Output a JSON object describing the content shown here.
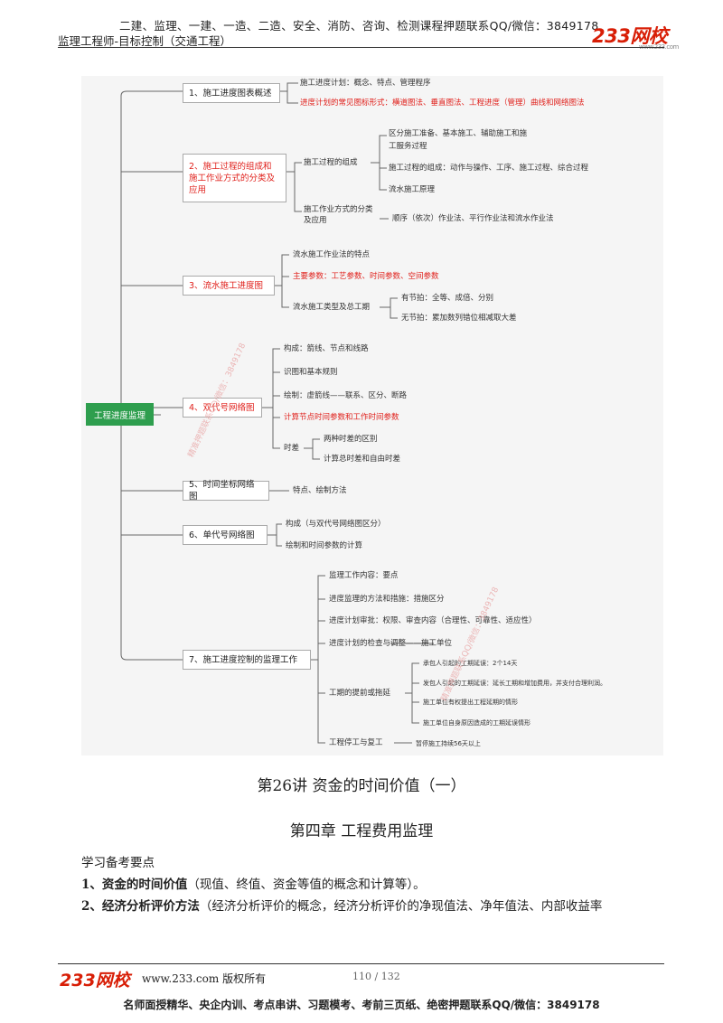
{
  "header": {
    "line1": "二建、监理、一建、一造、二造、安全、消防、咨询、检测课程押题联系QQ/微信：3849178",
    "line2": "监理工程师-目标控制（交通工程）",
    "logo": "233网校",
    "logo_sub": "www.233.com"
  },
  "mindmap": {
    "root": "工程进度监理",
    "b1": {
      "title": "1、施工进度图表概述",
      "items": [
        "施工进度计划：概念、特点、管理程序",
        "进度计划的常见图标形式：横道图法、垂直图法、工程进度（管理）曲线和网络图法"
      ]
    },
    "b2": {
      "title": "2、施工过程的组成和施工作业方式的分类及应用",
      "sub1": "施工过程的组成",
      "sub1_items": [
        "区分施工准备、基本施工、辅助施工和施",
        "工服务过程",
        "施工过程的组成：动作与操作、工序、施工过程、综合过程",
        "流水施工原理"
      ],
      "sub2": "施工作业方式的分类及应用",
      "sub2_item": "顺序（依次）作业法、平行作业法和流水作业法"
    },
    "b3": {
      "title": "3、流水施工进度图",
      "items": [
        "流水施工作业法的特点",
        "主要参数：工艺参数、时间参数、空间参数",
        "流水施工类型及总工期"
      ],
      "beat1": "有节拍：全等、成倍、分别",
      "beat2": "无节拍：累加数列错位相减取大差"
    },
    "b4": {
      "title": "4、双代号网络图",
      "items": [
        "构成：箭线、节点和线路",
        "识图和基本规则",
        "绘制：虚箭线——联系、区分、断路",
        "计算节点时间参数和工作时间参数",
        "时差"
      ],
      "float1": "两种时差的区别",
      "float2": "计算总时差和自由时差"
    },
    "b5": {
      "title": "5、时间坐标网络图",
      "item": "特点、绘制方法"
    },
    "b6": {
      "title": "6、单代号网络图",
      "items": [
        "构成（与双代号网络图区分）",
        "绘制和时间参数的计算"
      ]
    },
    "b7": {
      "title": "7、施工进度控制的监理工作",
      "items": [
        "监理工作内容：要点",
        "进度监理的方法和措施：措施区分",
        "进度计划审批：权限、审查内容（合理性、可靠性、适应性）",
        "进度计划的检查与调整——施工单位",
        "工期的提前或拖延",
        "工程停工与复工"
      ],
      "delay_items": [
        "承包人引起的工期延误：2个14天",
        "发包人引起的工期延误：延长工期和增加费用，并支付合理利润。",
        "施工单位有权提出工程延期的情形",
        "施工单位自身原因造成的工期延误情形"
      ],
      "stop_item": "暂停施工持续56天以上"
    },
    "watermark": "精准押题联系QQ/微信：3849178"
  },
  "titles": {
    "lecture": "第26讲  资金的时间价值（一）",
    "chapter": "第四章  工程费用监理"
  },
  "body": {
    "heading": "学习备考要点",
    "p1_num": "1、",
    "p1_bold": "资金的时间价值",
    "p1_rest": "（现值、终值、资金等值的概念和计算等）。",
    "p2_num": "2、",
    "p2_bold": "经济分析评价方法",
    "p2_rest": "（经济分析评价的概念，经济分析评价的净现值法、净年值法、内部收益率"
  },
  "footer": {
    "logo": "233网校",
    "site": "www.233.com 版权所有",
    "page": "110 / 132",
    "promo": "名师面授精华、央企内训、考点串讲、习题模考、考前三页纸、绝密押题联系QQ/微信：3849178"
  },
  "colors": {
    "accent_red": "#e0201b",
    "root_green": "#2e9e4e",
    "logo_red": "#d81e06"
  }
}
